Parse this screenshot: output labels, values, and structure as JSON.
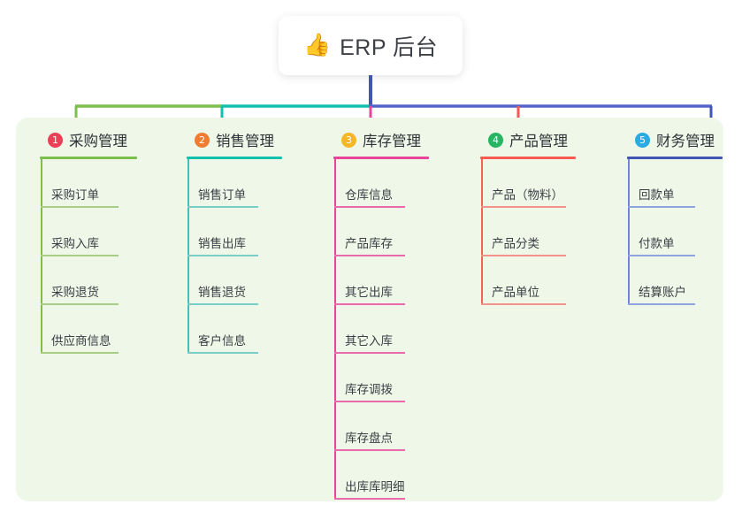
{
  "page": {
    "background_color": "#ffffff",
    "panel_color": "#eff7e9"
  },
  "root": {
    "icon": "thumbs-up-icon",
    "emoji": "👍",
    "title": "ERP 后台",
    "card_color": "#ffffff",
    "stem_color": "#4156b4"
  },
  "bus": {
    "segments": [
      {
        "name": "green-segment",
        "color": "#7cc04b"
      },
      {
        "name": "teal-segment",
        "color": "#12c0ae"
      },
      {
        "name": "blue-segment",
        "color": "#5564c6"
      }
    ]
  },
  "columns": [
    {
      "index": "1",
      "badge_glyph": "1",
      "badge_color": "#ec4058",
      "title": "采购管理",
      "rule_color": "#7cc04b",
      "spine_color": "#7cc04b",
      "leaf_color": "#a8ce86",
      "drop_color": "#7cc04b",
      "items": [
        {
          "label": "采购订单"
        },
        {
          "label": "采购入库"
        },
        {
          "label": "采购退货"
        },
        {
          "label": "供应商信息"
        }
      ]
    },
    {
      "index": "2",
      "badge_glyph": "2",
      "badge_color": "#f07c32",
      "title": "销售管理",
      "rule_color": "#12c0ae",
      "spine_color": "#3fc3b7",
      "leaf_color": "#77cfc7",
      "drop_color": "#12c0ae",
      "items": [
        {
          "label": "销售订单"
        },
        {
          "label": "销售出库"
        },
        {
          "label": "销售退货"
        },
        {
          "label": "客户信息"
        }
      ]
    },
    {
      "index": "3",
      "badge_glyph": "3",
      "badge_color": "#f5b724",
      "title": "库存管理",
      "rule_color": "#e8449a",
      "spine_color": "#e8449a",
      "leaf_color": "#ea6bad",
      "drop_color": "#e8449a",
      "items": [
        {
          "label": "仓库信息"
        },
        {
          "label": "产品库存"
        },
        {
          "label": "其它出库"
        },
        {
          "label": "其它入库"
        },
        {
          "label": "库存调拨"
        },
        {
          "label": "库存盘点"
        },
        {
          "label": "出库库明细"
        }
      ]
    },
    {
      "index": "4",
      "badge_glyph": "4",
      "badge_color": "#25b563",
      "title": "产品管理",
      "rule_color": "#f85a52",
      "spine_color": "#f2635c",
      "leaf_color": "#f5918b",
      "drop_color": "#f85a52",
      "items": [
        {
          "label": "产品（物料）"
        },
        {
          "label": "产品分类"
        },
        {
          "label": "产品单位"
        }
      ]
    },
    {
      "index": "5",
      "badge_glyph": "5",
      "badge_color": "#2aabe2",
      "title": "财务管理",
      "rule_color": "#4156b4",
      "spine_color": "#6f87d6",
      "leaf_color": "#90a5e0",
      "drop_color": "#4156b4",
      "items": [
        {
          "label": "回款单"
        },
        {
          "label": "付款单"
        },
        {
          "label": "结算账户"
        }
      ]
    }
  ]
}
